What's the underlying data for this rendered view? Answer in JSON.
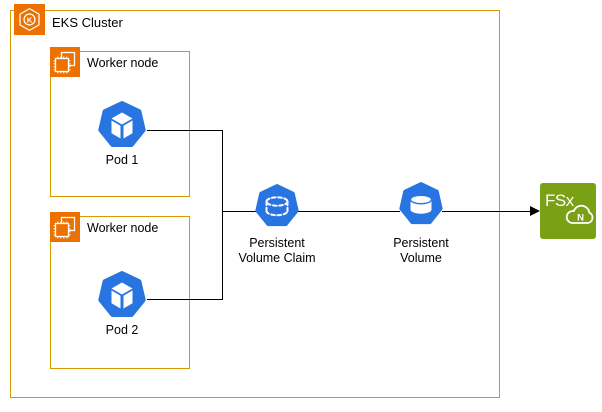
{
  "diagram": {
    "type": "architecture-diagram",
    "cluster": {
      "label": "EKS Cluster"
    },
    "worker_nodes": [
      {
        "label": "Worker node",
        "pod": {
          "label": "Pod 1"
        }
      },
      {
        "label": "Worker node",
        "pod": {
          "label": "Pod 2"
        }
      }
    ],
    "pvc": {
      "line1": "Persistent",
      "line2": "Volume Claim"
    },
    "pv": {
      "line1": "Persistent",
      "line2": "Volume"
    },
    "fsx": {
      "text": "FSx",
      "badge": "N"
    },
    "icons": {
      "cluster_icon": "eks-kubernetes-icon",
      "worker_icon": "cpu-chip-icon",
      "pod_icon": "kubernetes-pod-icon",
      "pvc_icon": "persistent-volume-claim-icon",
      "pv_icon": "persistent-volume-icon",
      "fsx_icon": "fsx-netapp-ontap-icon"
    },
    "colors": {
      "group_border": "#D79B00",
      "aws_orange": "#ED7100",
      "kubernetes_blue": "#2875E2",
      "fsx_green": "#7AA116",
      "connector": "#000000",
      "background": "#FFFFFF"
    }
  }
}
